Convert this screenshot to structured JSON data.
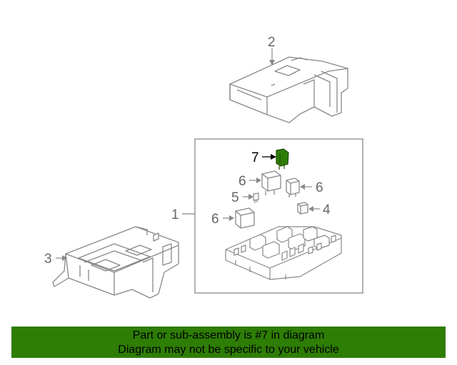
{
  "callouts": {
    "c1": "1",
    "c2": "2",
    "c3": "3",
    "c4": "4",
    "c5": "5",
    "c6a": "6",
    "c6b": "6",
    "c6c": "6",
    "c7": "7"
  },
  "highlight_color": "#2e7d05",
  "banner": {
    "line1": "Part or sub-assembly is #7 in diagram",
    "line2": "Diagram may not be specific to your vehicle"
  }
}
